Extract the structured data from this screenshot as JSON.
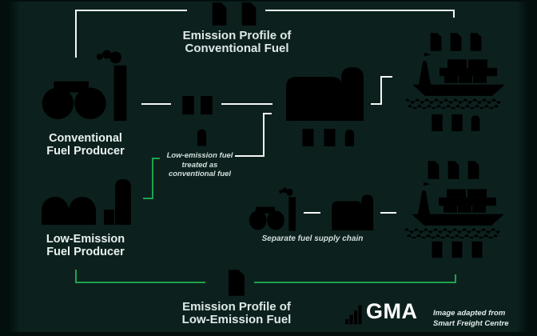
{
  "labels": {
    "conv_producer": [
      "Conventional",
      "Fuel Producer"
    ],
    "low_producer": [
      "Low-Emission",
      "Fuel Producer"
    ],
    "profile_conv": [
      "Emission Profile of",
      "Conventional Fuel"
    ],
    "profile_low": [
      "Emission Profile of",
      "Low-Emission Fuel"
    ],
    "treated_note": [
      "Low-emission fuel",
      "treated as",
      "conventional fuel"
    ],
    "separate_chain": "Separate fuel supply chain",
    "brand": "GMA",
    "attribution": [
      "Image adapted from",
      "Smart Freight Centre"
    ]
  },
  "icons": {
    "document-icon": "file sheet with folded corner and text lines",
    "oil-barrel-icon": "striped fuel drum",
    "fuel-capsule-icon": "rounded bullet-shaped tank",
    "refinery-icon": "two spherical tanks with striped chimney and smoke",
    "green-plant-icon": "two dome tanks with silo",
    "storage-tanks-icon": "two round-top tanks with ladder",
    "container-ship-icon": "cargo ship loaded with containers on waves",
    "bar-chart-logo-icon": "ascending green bars"
  },
  "colors": {
    "background": "#0c211e",
    "letterbox": "#020f0d",
    "white": "#f3f8f6",
    "muted_gray": "#9fb4b0",
    "soft_gray": "#cfdcd9",
    "green": "#1fa24d",
    "dark_green": "#1c7f43",
    "text_primary": "#e9f1ef"
  }
}
